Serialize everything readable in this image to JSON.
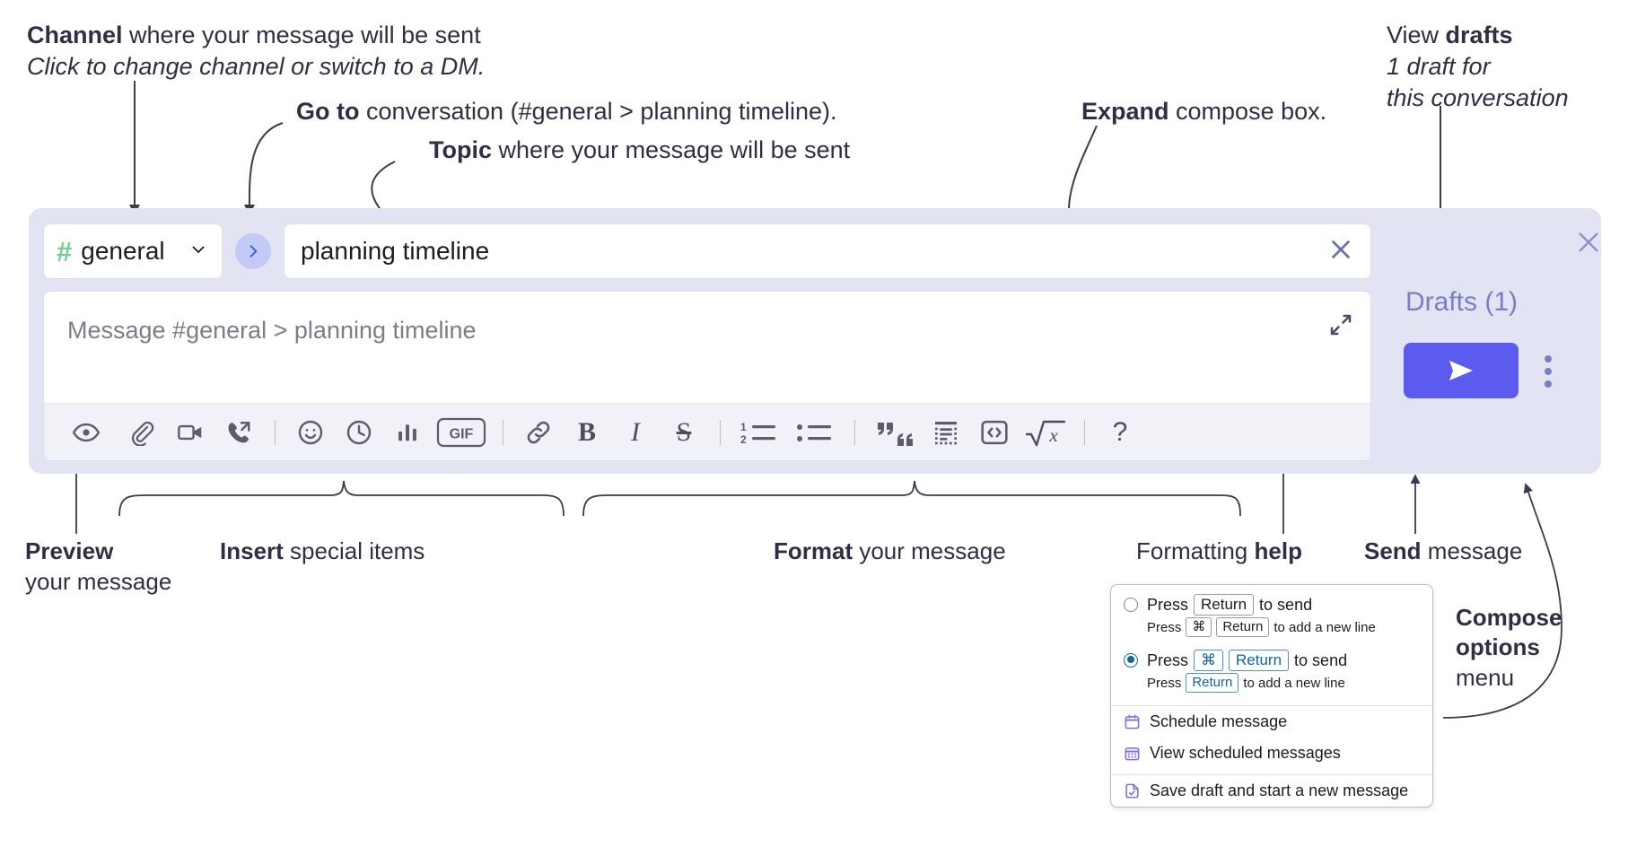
{
  "annotations": {
    "channel": {
      "bold": "Channel",
      "rest": " where your message will be sent",
      "italic": "Click to change channel or switch to a DM."
    },
    "goto": {
      "bold": "Go to",
      "rest": " conversation (#general > planning timeline)."
    },
    "topic": {
      "bold": "Topic",
      "rest": " where your message will be sent"
    },
    "expand": {
      "bold": "Expand",
      "rest": " compose box."
    },
    "drafts": {
      "pre": "View ",
      "bold": "drafts",
      "italic1": "1 draft for",
      "italic2": "this conversation"
    },
    "preview": {
      "bold": "Preview",
      "line2": "your message"
    },
    "insert": {
      "bold": "Insert",
      "rest": " special items"
    },
    "format": {
      "bold": "Format",
      "rest": " your message"
    },
    "help": {
      "pre": "Formatting ",
      "bold": "help"
    },
    "send": {
      "bold": "Send",
      "rest": " message"
    },
    "compose_options": {
      "bold1": "Compose",
      "bold2": "options",
      "rest": "menu"
    }
  },
  "compose": {
    "channel_name": "general",
    "hash_symbol": "#",
    "topic_value": "planning timeline",
    "message_placeholder": "Message #general > planning timeline",
    "drafts_label": "Drafts (1)",
    "toolbar_icons": [
      "preview-eye-icon",
      "attachment-paperclip-icon",
      "video-camera-icon",
      "audio-call-icon",
      "emoji-smiley-icon",
      "schedule-clock-icon",
      "poll-bar-chart-icon",
      "gif-icon",
      "link-icon",
      "bold-icon",
      "italic-icon",
      "strikethrough-icon",
      "ordered-list-icon",
      "bulleted-list-icon",
      "blockquote-icon",
      "code-block-icon",
      "inline-code-icon",
      "math-sqrt-icon",
      "formatting-help-icon"
    ],
    "gif_label": "GIF",
    "bold_label": "B",
    "italic_label": "I",
    "strike_label": "S",
    "help_label": "?",
    "list_num_1": "1",
    "list_num_2": "2",
    "code_label": "<>"
  },
  "menu": {
    "option1": {
      "pre": "Press",
      "key": "Return",
      "post": "to send",
      "sub_pre": "Press",
      "sub_key1": "⌘",
      "sub_key2": "Return",
      "sub_post": "to add a new line",
      "selected": false
    },
    "option2": {
      "pre": "Press",
      "key1": "⌘",
      "key2": "Return",
      "post": "to send",
      "sub_pre": "Press",
      "sub_key": "Return",
      "sub_post": "to add a new line",
      "selected": true
    },
    "items": [
      {
        "label": "Schedule message",
        "icon": "calendar-icon"
      },
      {
        "label": "View scheduled messages",
        "icon": "calendar-grid-icon"
      },
      {
        "label": "Save draft and start a new message",
        "icon": "save-draft-icon"
      }
    ]
  },
  "colors": {
    "panel_bg": "#e2e4f3",
    "send_button": "#5b5bef",
    "hash_green": "#6fcf97",
    "drafts_purple": "#7a7fc4",
    "goto_bg": "#c3caf5",
    "key_blue": "#1264a3"
  }
}
